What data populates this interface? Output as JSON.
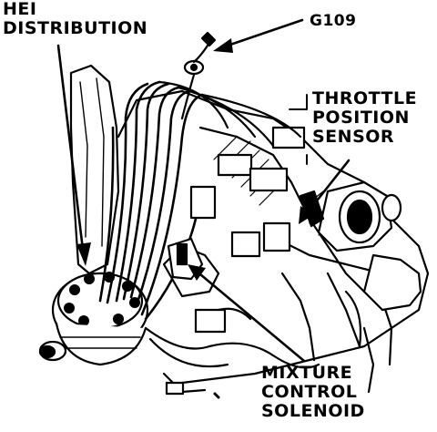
{
  "labels": {
    "hei_distribution": [
      "HEI",
      "DISTRIBUTION"
    ],
    "g109": "G109",
    "throttle_position_sensor": [
      "THROTTLE",
      "POSITION",
      "SENSOR"
    ],
    "mixture_control_solenoid": [
      "MIXTURE",
      "CONTROL",
      "SOLENOID"
    ]
  },
  "colors": {
    "ink": "#000000",
    "paper": "#ffffff"
  }
}
